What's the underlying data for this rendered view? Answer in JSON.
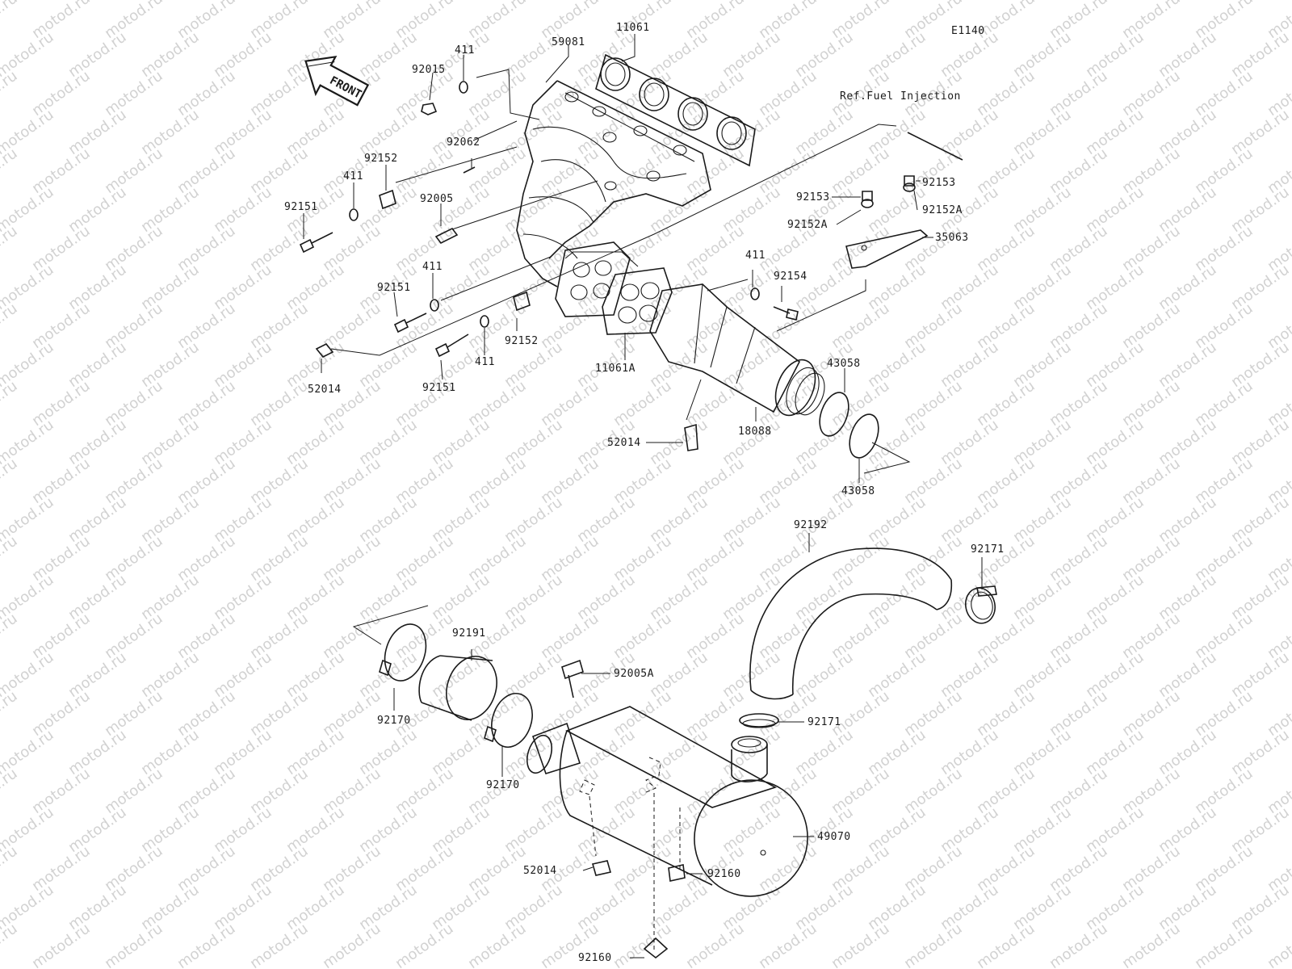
{
  "diagram_code": "E1140",
  "watermark_text": "motod.ru",
  "front_arrow_label": "FRONT",
  "reference_note": "Ref.Fuel Injection",
  "part_labels": [
    {
      "id": "l-59081",
      "text": "59081"
    },
    {
      "id": "l-11061",
      "text": "11061"
    },
    {
      "id": "l-411-a",
      "text": "411"
    },
    {
      "id": "l-92015",
      "text": "92015"
    },
    {
      "id": "l-92062",
      "text": "92062"
    },
    {
      "id": "l-92152-a",
      "text": "92152"
    },
    {
      "id": "l-411-b",
      "text": "411"
    },
    {
      "id": "l-92005",
      "text": "92005"
    },
    {
      "id": "l-92151-a",
      "text": "92151"
    },
    {
      "id": "l-411-c",
      "text": "411"
    },
    {
      "id": "l-92151-b",
      "text": "92151"
    },
    {
      "id": "l-52014-a",
      "text": "52014"
    },
    {
      "id": "l-411-d",
      "text": "411"
    },
    {
      "id": "l-92151-c",
      "text": "92151"
    },
    {
      "id": "l-92152-b",
      "text": "92152"
    },
    {
      "id": "l-11061A",
      "text": "11061A"
    },
    {
      "id": "l-411-e",
      "text": "411"
    },
    {
      "id": "l-92154",
      "text": "92154"
    },
    {
      "id": "l-92153-a",
      "text": "92153"
    },
    {
      "id": "l-92153-b",
      "text": "92153"
    },
    {
      "id": "l-92152A-a",
      "text": "92152A"
    },
    {
      "id": "l-92152A-b",
      "text": "92152A"
    },
    {
      "id": "l-35063",
      "text": "35063"
    },
    {
      "id": "l-43058-a",
      "text": "43058"
    },
    {
      "id": "l-18088",
      "text": "18088"
    },
    {
      "id": "l-52014-b",
      "text": "52014"
    },
    {
      "id": "l-43058-b",
      "text": "43058"
    },
    {
      "id": "l-92192",
      "text": "92192"
    },
    {
      "id": "l-92171-a",
      "text": "92171"
    },
    {
      "id": "l-92191",
      "text": "92191"
    },
    {
      "id": "l-92005A",
      "text": "92005A"
    },
    {
      "id": "l-92170-a",
      "text": "92170"
    },
    {
      "id": "l-92171-b",
      "text": "92171"
    },
    {
      "id": "l-92170-b",
      "text": "92170"
    },
    {
      "id": "l-49070",
      "text": "49070"
    },
    {
      "id": "l-52014-c",
      "text": "52014"
    },
    {
      "id": "l-92160-a",
      "text": "92160"
    },
    {
      "id": "l-92160-b",
      "text": "92160"
    }
  ]
}
